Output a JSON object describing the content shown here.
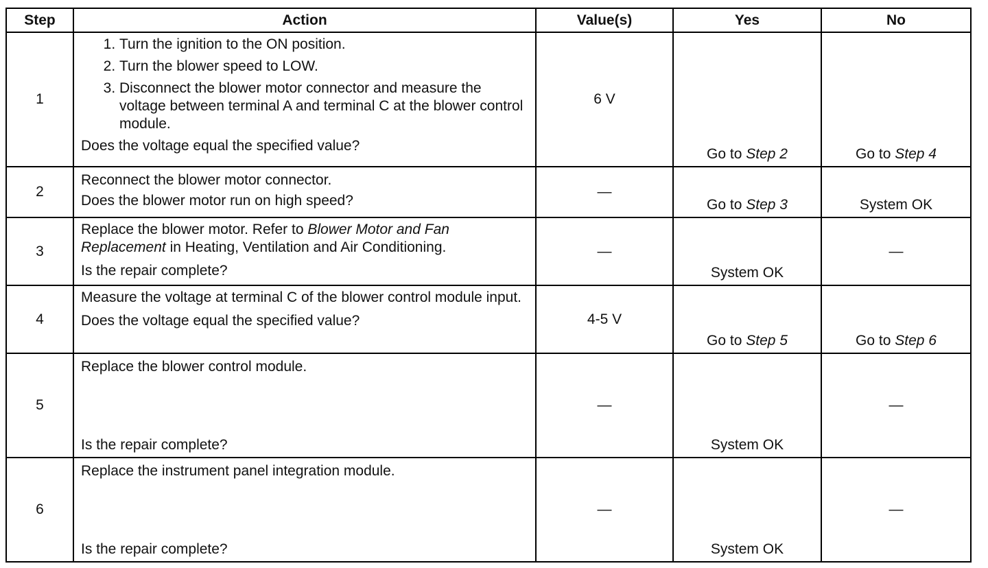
{
  "headers": {
    "step": "Step",
    "action": "Action",
    "values": "Value(s)",
    "yes": "Yes",
    "no": "No"
  },
  "rows": [
    {
      "step": "1",
      "list": [
        "Turn the ignition to the ON position.",
        "Turn the blower speed to LOW.",
        "Disconnect the blower motor connector and measure the voltage between terminal A and terminal C at the blower control module."
      ],
      "question": "Does the voltage equal the specified value?",
      "value": "6 V",
      "yes_prefix": "Go to ",
      "yes_italic": "Step 2",
      "no_prefix": "Go to ",
      "no_italic": "Step 4"
    },
    {
      "step": "2",
      "text": "Reconnect the blower motor connector.",
      "question": "Does the blower motor run on high speed?",
      "value": "—",
      "yes_prefix": "Go to ",
      "yes_italic": "Step 3",
      "no": "System OK"
    },
    {
      "step": "3",
      "text_a": "Replace the blower motor. Refer to ",
      "text_italic": "Blower Motor and Fan Replacement",
      "text_b": " in Heating, Ventilation and Air Conditioning.",
      "question": "Is the repair complete?",
      "value": "—",
      "yes": "System OK",
      "no": "—"
    },
    {
      "step": "4",
      "text": "Measure the voltage at terminal C of the blower control module input.",
      "question": "Does the voltage equal the specified value?",
      "value": "4-5 V",
      "yes_prefix": "Go to ",
      "yes_italic": "Step 5",
      "no_prefix": "Go to ",
      "no_italic": "Step 6"
    },
    {
      "step": "5",
      "text": "Replace the blower control module.",
      "question": "Is the repair complete?",
      "value": "—",
      "yes": "System OK",
      "no": "—"
    },
    {
      "step": "6",
      "text": "Replace the instrument panel integration module.",
      "question": "Is the repair complete?",
      "value": "—",
      "yes": "System OK",
      "no": "—"
    }
  ]
}
